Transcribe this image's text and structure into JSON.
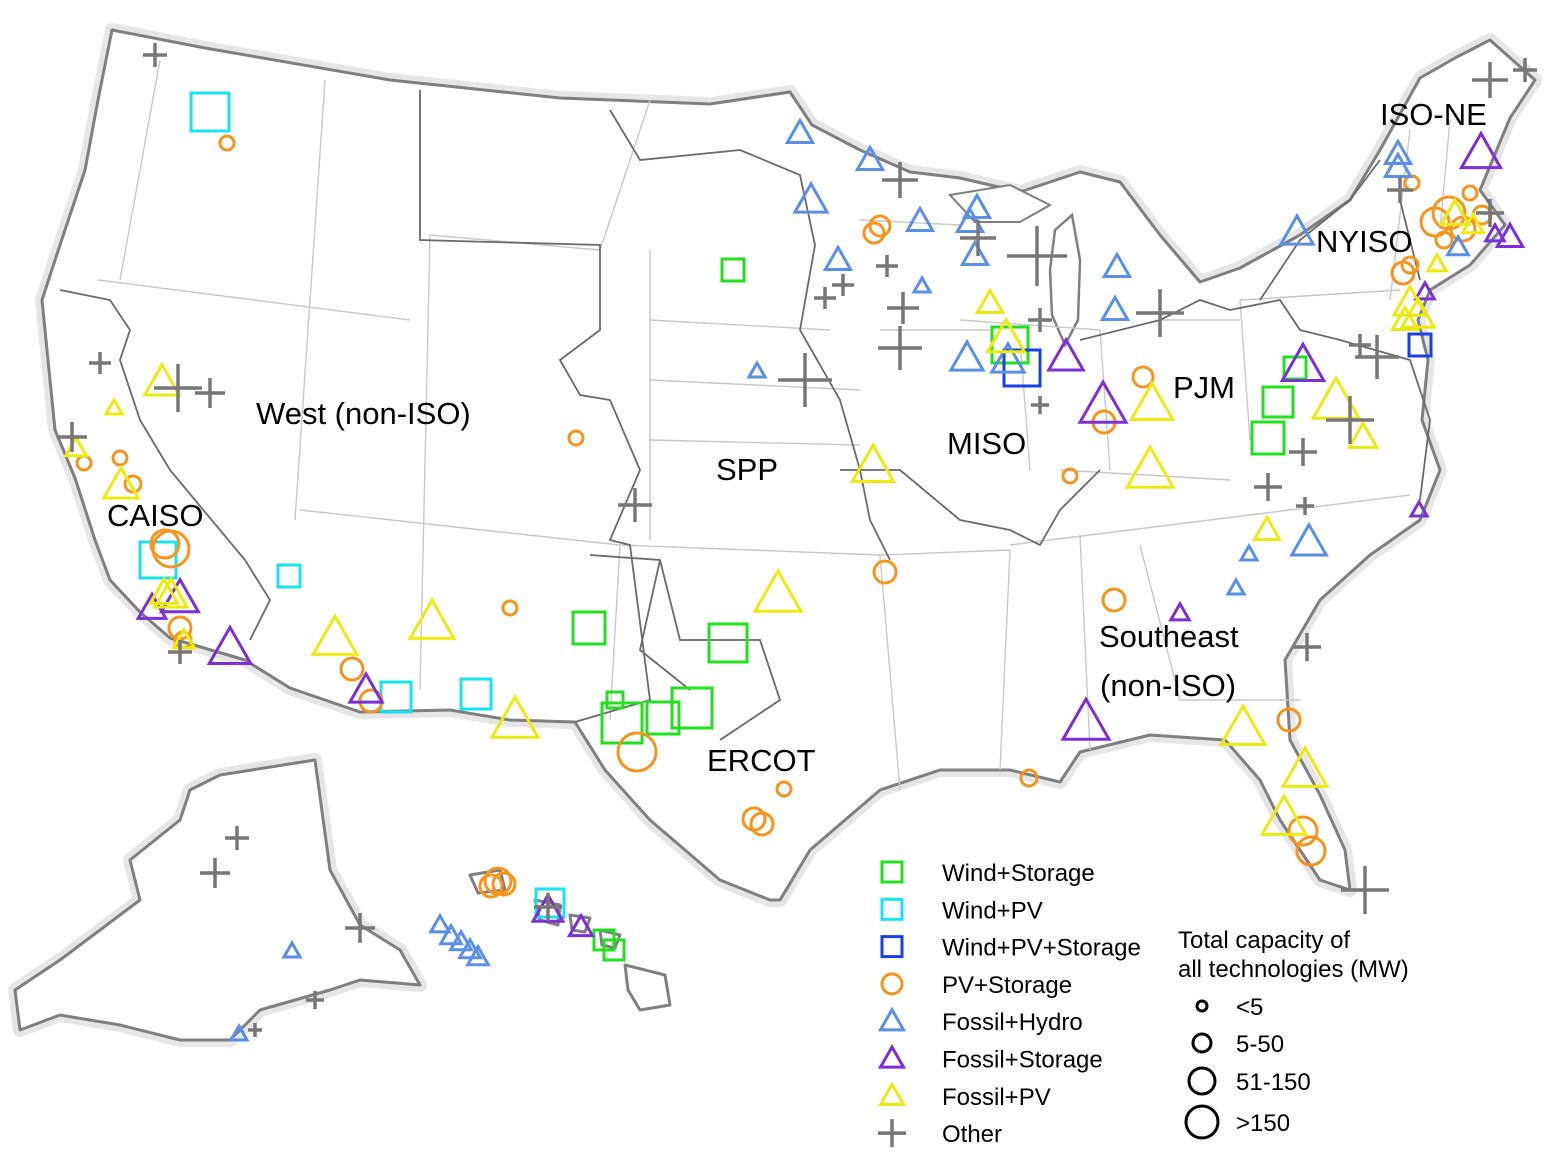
{
  "regions": {
    "caiso": "CAISO",
    "west": "West (non-ISO)",
    "spp": "SPP",
    "miso": "MISO",
    "pjm": "PJM",
    "nyiso": "NYISO",
    "isone": "ISO-NE",
    "ercot": "ERCOT",
    "southeast_1": "Southeast",
    "southeast_2": "(non-ISO)"
  },
  "legend": {
    "types": [
      {
        "key": "wind_storage",
        "label": "Wind+Storage",
        "shape": "square",
        "color": "#22e01e"
      },
      {
        "key": "wind_pv",
        "label": "Wind+PV",
        "shape": "square",
        "color": "#18e4ef"
      },
      {
        "key": "wind_pv_storage",
        "label": "Wind+PV+Storage",
        "shape": "square",
        "color": "#1b3fe6"
      },
      {
        "key": "pv_storage",
        "label": "PV+Storage",
        "shape": "circle",
        "color": "#f5951e"
      },
      {
        "key": "fossil_hydro",
        "label": "Fossil+Hydro",
        "shape": "triangle",
        "color": "#5b8fe6"
      },
      {
        "key": "fossil_storage",
        "label": "Fossil+Storage",
        "shape": "triangle",
        "color": "#7b2fd6"
      },
      {
        "key": "fossil_pv",
        "label": "Fossil+PV",
        "shape": "triangle",
        "color": "#ebeb12"
      },
      {
        "key": "other",
        "label": "Other",
        "shape": "plus",
        "color": "#777777"
      }
    ],
    "size_title_1": "Total capacity of",
    "size_title_2": "all technologies (MW)",
    "size_classes": [
      "<5",
      "5-50",
      "51-150",
      ">150"
    ]
  }
}
